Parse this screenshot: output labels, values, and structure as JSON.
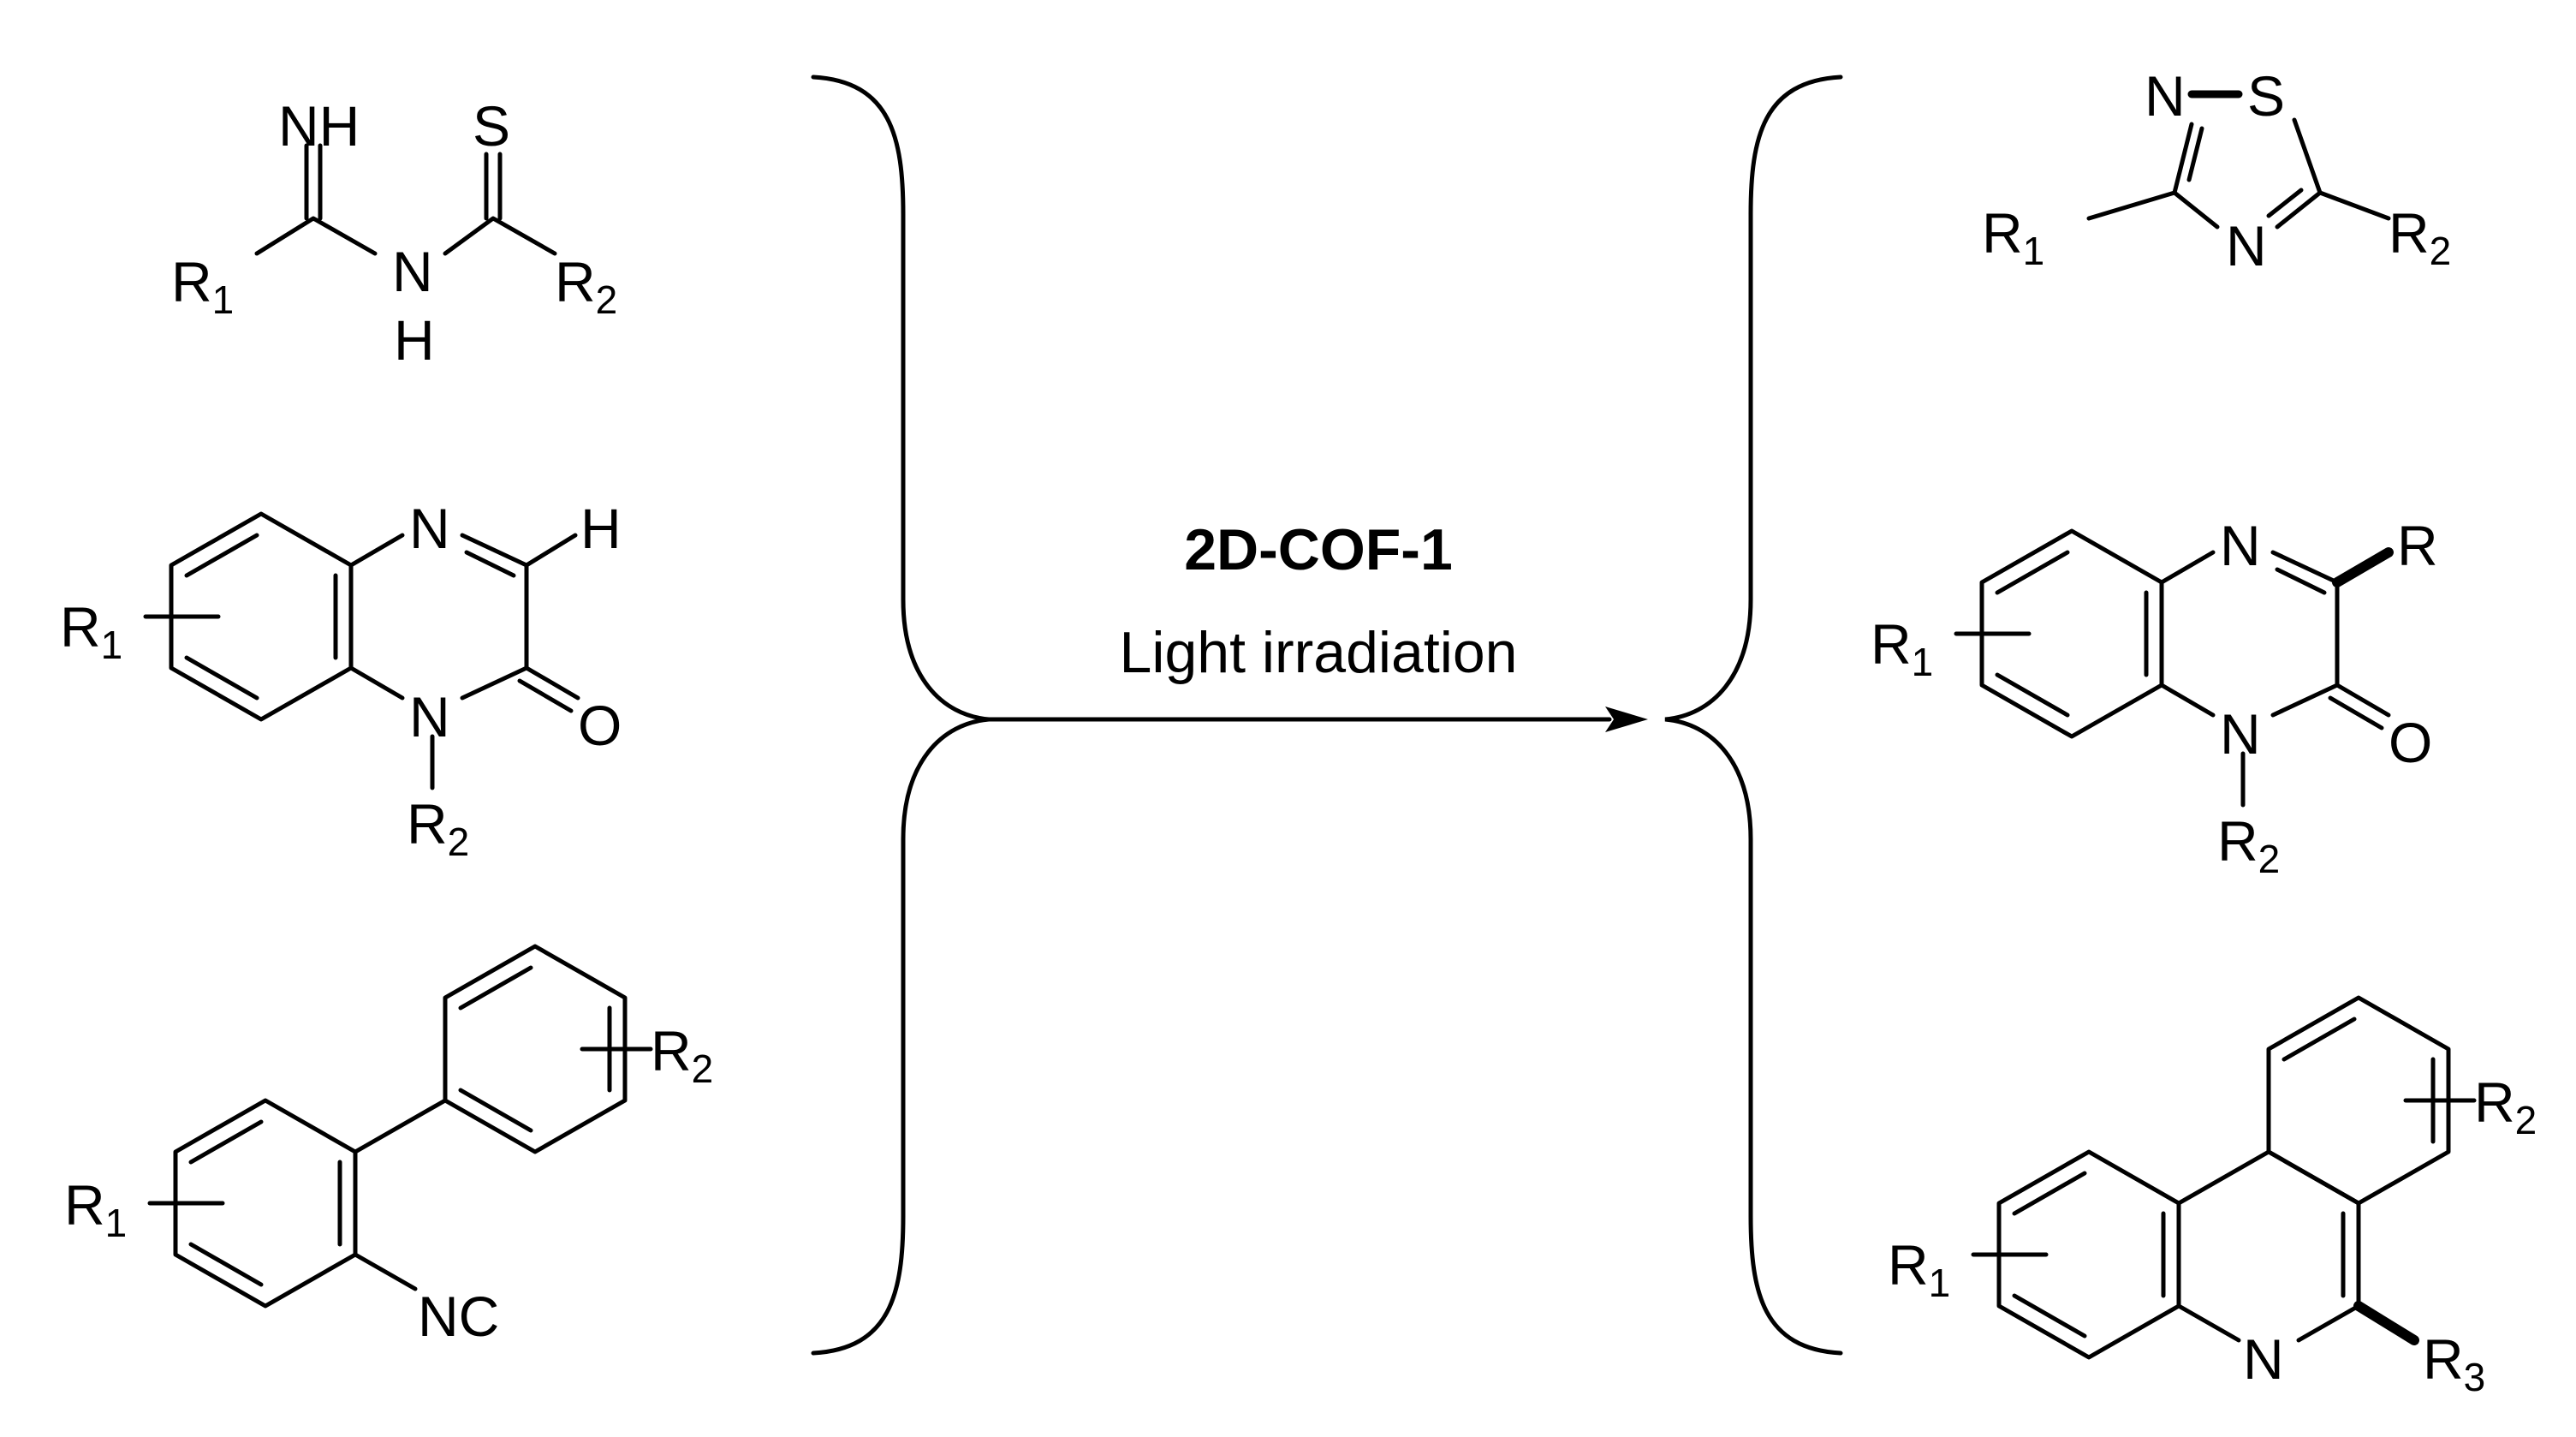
{
  "reaction": {
    "catalyst": "2D-COF-1",
    "condition": "Light irradiation"
  },
  "reactants": [
    {
      "id": "imidoyl-thiourea",
      "atoms": {
        "nh_top": "NH",
        "s": "S",
        "nh_n": "N",
        "nh_h": "H"
      },
      "substituents": [
        "R1",
        "R2"
      ]
    },
    {
      "id": "quinoxalinone",
      "atoms": {
        "n_top": "N",
        "h": "H",
        "n_bottom": "N",
        "o": "O"
      },
      "substituents": [
        "R1",
        "R2"
      ]
    },
    {
      "id": "biaryl-isocyanide",
      "atoms": {
        "nc": "NC"
      },
      "substituents": [
        "R1",
        "R2"
      ]
    }
  ],
  "products": [
    {
      "id": "thiadiazole",
      "atoms": {
        "n1": "N",
        "s": "S",
        "n2": "N"
      },
      "substituents": [
        "R1",
        "R2"
      ]
    },
    {
      "id": "substituted-quinoxalinone",
      "atoms": {
        "n_top": "N",
        "r": "R",
        "n_bottom": "N",
        "o": "O"
      },
      "substituents": [
        "R1",
        "R2"
      ]
    },
    {
      "id": "phenanthridine",
      "atoms": {
        "n": "N"
      },
      "substituents": [
        "R1",
        "R2",
        "R3"
      ]
    }
  ],
  "labels": {
    "r_letter": "R",
    "sub1": "1",
    "sub2": "2",
    "sub3": "3"
  }
}
